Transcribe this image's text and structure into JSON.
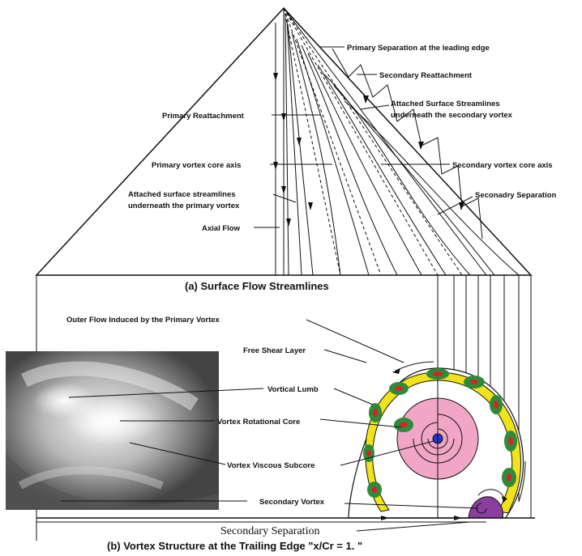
{
  "captions": {
    "a": "(a) Surface Flow Streamlines",
    "b": "(b) Vortex Structure at the Trailing Edge \"x/Cr = 1. \""
  },
  "labels": {
    "primary_separation": "Primary Separation at the leading edge",
    "secondary_reattachment": "Secondary Reattachment",
    "attached_secondary_1": "Attached Surface Streamlines",
    "attached_secondary_2": "underneath the secondary vortex",
    "primary_reattachment": "Primary Reattachment",
    "primary_core_axis": "Primary vortex core axis",
    "secondary_core_axis": "Secondary vortex core axis",
    "attached_primary_1": "Attached surface streamlines",
    "attached_primary_2": "underneath the primary vortex",
    "secondary_separation_top": "Seconadry Separation",
    "axial_flow": "Axial Flow",
    "outer_flow": "Outer Flow Induced by the Primary Vortex",
    "free_shear": "Free Shear Layer",
    "vortical_lumb": "Vortical Lumb",
    "rotational_core": "Vortex Rotational Core",
    "viscous_subcore": "Vortex Viscous Subcore",
    "secondary_vortex": "Secondary Vortex",
    "secondary_separation_bottom": "Secondary Separation"
  },
  "colors": {
    "shear_layer": "#f2e21a",
    "lumb_green": "#2e8b3a",
    "lumb_red": "#d8222a",
    "core_pink": "#f0a6c4",
    "subcore_blue": "#2233cc",
    "secondary_purple": "#8a3fa0"
  }
}
